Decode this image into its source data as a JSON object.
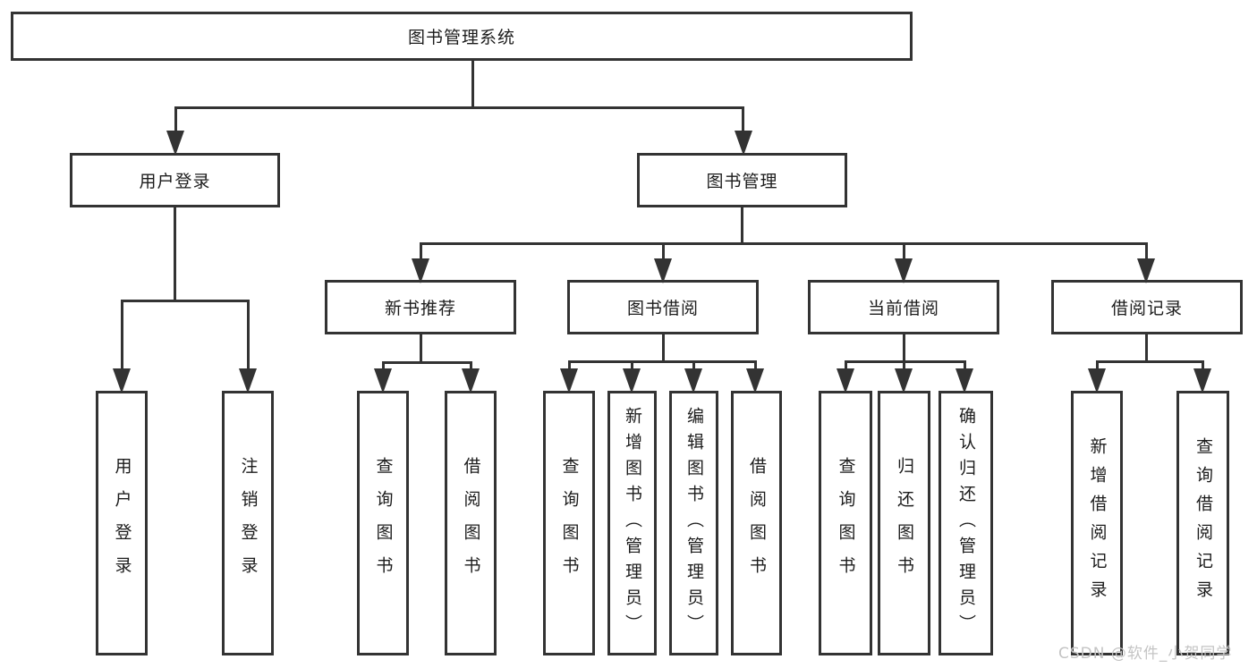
{
  "diagram": {
    "type": "hierarchy-tree",
    "colors": {
      "background": "#ffffff",
      "line": "#333333",
      "box_border": "#333333",
      "text": "#1c1c1c",
      "watermark": "#c4c4c4"
    },
    "tree": {
      "root": {
        "label": "图书管理系统"
      },
      "branches": [
        {
          "label": "用户登录",
          "leaves": [
            {
              "label": "用户登录"
            },
            {
              "label": "注销登录"
            }
          ]
        },
        {
          "label": "图书管理",
          "groups": [
            {
              "label": "新书推荐",
              "leaves": [
                {
                  "label": "查询图书"
                },
                {
                  "label": "借阅图书"
                }
              ]
            },
            {
              "label": "图书借阅",
              "leaves": [
                {
                  "label": "查询图书"
                },
                {
                  "label": "新增图书（管理员）"
                },
                {
                  "label": "编辑图书（管理员）"
                },
                {
                  "label": "借阅图书"
                }
              ]
            },
            {
              "label": "当前借阅",
              "leaves": [
                {
                  "label": "查询图书"
                },
                {
                  "label": "归还图书"
                },
                {
                  "label": "确认归还（管理员）"
                }
              ]
            },
            {
              "label": "借阅记录",
              "leaves": [
                {
                  "label": "新增借阅记录"
                },
                {
                  "label": "查询借阅记录"
                }
              ]
            }
          ]
        }
      ]
    },
    "watermark": {
      "text": "CSDN @软件_小贺同学"
    }
  }
}
